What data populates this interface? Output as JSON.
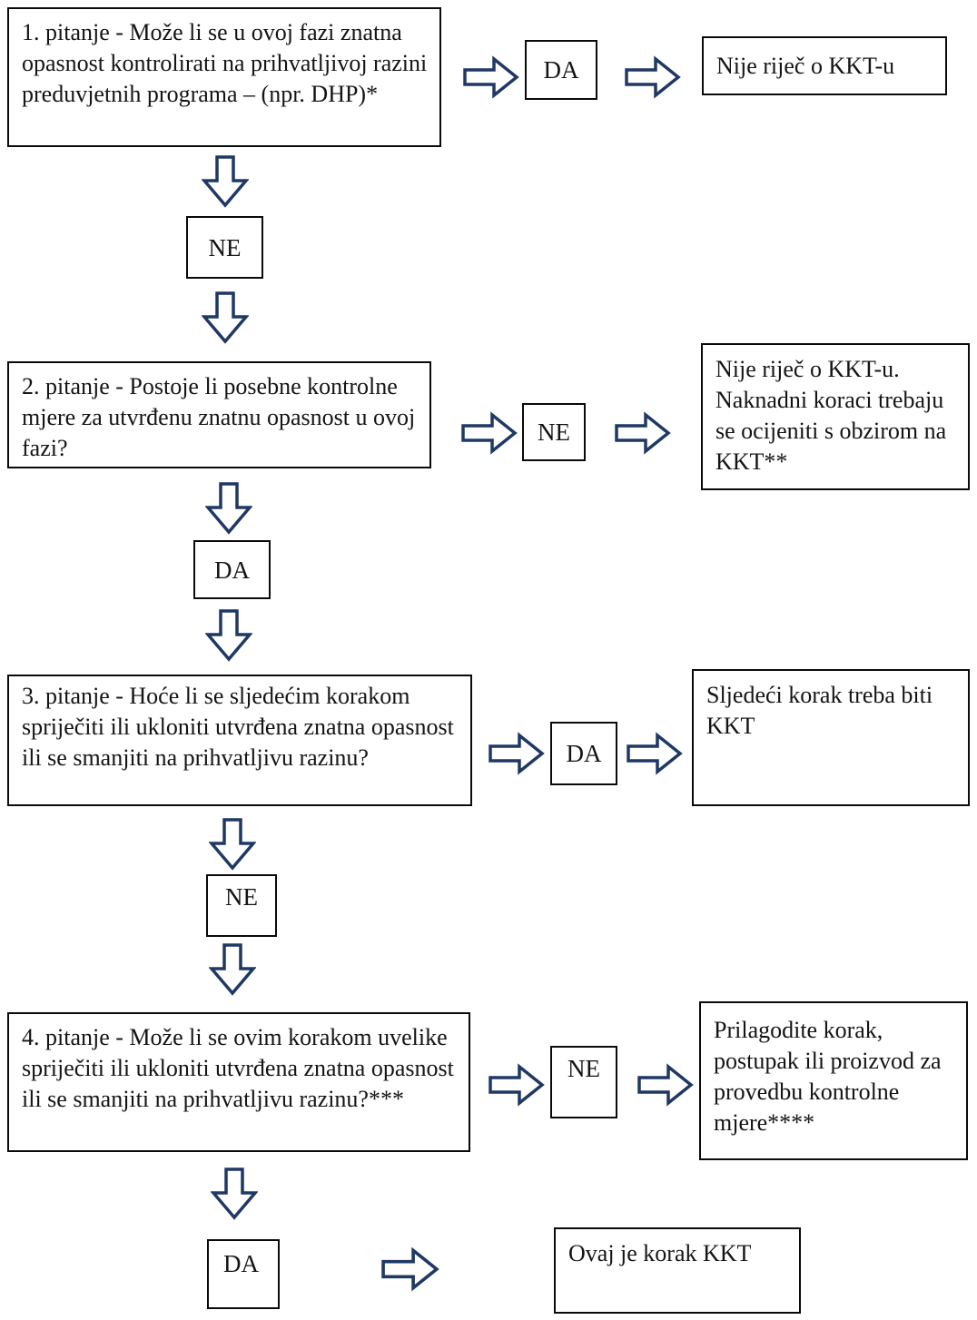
{
  "colors": {
    "arrow_outline": "#1f3864",
    "box_border": "#0a0a0a",
    "text": "#141414",
    "background": "#ffffff"
  },
  "icons": {
    "right_arrow": "block-arrow-right",
    "down_arrow": "block-arrow-down"
  },
  "rows": [
    {
      "question": "1. pitanje - Može li se u ovoj fazi znatna opasnost kontrolirati na prihvatljivoj razini preduvjetnih programa – (npr. DHP)*",
      "branch_label": "DA",
      "result": "Nije riječ o KKT-u",
      "connector_label": "NE"
    },
    {
      "question": "2. pitanje - Postoje li posebne kontrolne mjere za utvrđenu znatnu opasnost u ovoj fazi?",
      "branch_label": "NE",
      "result": "Nije riječ o KKT-u. Naknadni koraci trebaju se ocijeniti s obzirom na KKT**",
      "connector_label": "DA"
    },
    {
      "question": "3. pitanje - Hoće li se sljedećim korakom spriječiti ili ukloniti utvrđena znatna opasnost ili se smanjiti na prihvatljivu razinu?",
      "branch_label": "DA",
      "result": "Sljedeći korak treba biti KKT",
      "connector_label": "NE"
    },
    {
      "question": "4. pitanje - Može li se ovim korakom uvelike spriječiti ili ukloniti utvrđena znatna opasnost ili se smanjiti na prihvatljivu razinu?***",
      "branch_label": "NE",
      "result": "Prilagodite korak, postupak ili proizvod za provedbu kontrolne mjere****"
    }
  ],
  "final": {
    "branch_label": "DA",
    "result": "Ovaj je korak KKT"
  }
}
